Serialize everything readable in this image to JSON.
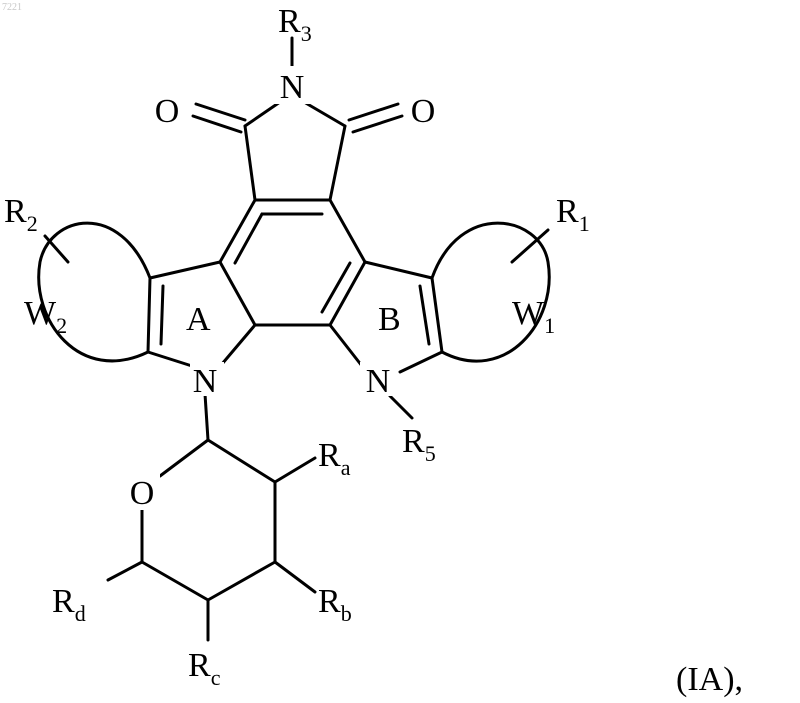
{
  "corner_mark": "7221",
  "formula_label": "(IA),",
  "rings": {
    "ring_a": "A",
    "ring_b": "B"
  },
  "atoms": {
    "n_imide": "N",
    "o_left": "O",
    "o_right": "O",
    "n_left": "N",
    "n_right": "N",
    "o_pyran": "O"
  },
  "substituents": {
    "r3": {
      "main": "R",
      "sub": "3"
    },
    "r2": {
      "main": "R",
      "sub": "2"
    },
    "r1": {
      "main": "R",
      "sub": "1"
    },
    "w2": {
      "main": "W",
      "sub": "2"
    },
    "w1": {
      "main": "W",
      "sub": "1"
    },
    "r5": {
      "main": "R",
      "sub": "5"
    },
    "ra": {
      "main": "R",
      "sub": "a"
    },
    "rb": {
      "main": "R",
      "sub": "b"
    },
    "rc": {
      "main": "R",
      "sub": "c"
    },
    "rd": {
      "main": "R",
      "sub": "d"
    }
  }
}
